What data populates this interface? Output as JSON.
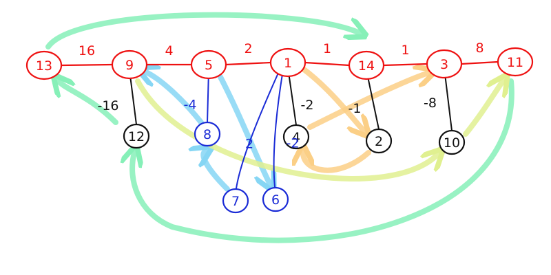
{
  "colors": {
    "main_path": "#ee1111",
    "black_subtree": "#111111",
    "blue_subtree": "#1a2bd6",
    "arrow_green": "#86f0b8",
    "arrow_cyan": "#86d6f4",
    "arrow_orange": "#fbcf86",
    "arrow_yellow": "#e0f090"
  },
  "main_path": {
    "nodes": [
      {
        "id": "13",
        "label": "13"
      },
      {
        "id": "9",
        "label": "9"
      },
      {
        "id": "5",
        "label": "5"
      },
      {
        "id": "1",
        "label": "1"
      },
      {
        "id": "14",
        "label": "14"
      },
      {
        "id": "3",
        "label": "3"
      },
      {
        "id": "11",
        "label": "11"
      }
    ],
    "edge_weights": [
      "16",
      "4",
      "2",
      "1",
      "1",
      "8"
    ]
  },
  "branches": [
    {
      "id": "12",
      "label": "12",
      "parent": "9",
      "weight": "-16",
      "color": "black"
    },
    {
      "id": "8",
      "label": "8",
      "parent": "5",
      "weight": "-4",
      "color": "blue"
    },
    {
      "id": "4",
      "label": "4",
      "parent": "1",
      "weight": "-2",
      "color": "black"
    },
    {
      "id": "7",
      "label": "7",
      "parent": "1",
      "weight": "2",
      "color": "blue"
    },
    {
      "id": "6",
      "label": "6",
      "parent": "1",
      "weight": "-2",
      "color": "blue"
    },
    {
      "id": "2",
      "label": "2",
      "parent": "14",
      "weight": "-1",
      "color": "black"
    },
    {
      "id": "10",
      "label": "10",
      "parent": "3",
      "weight": "-8",
      "color": "black"
    }
  ],
  "highlight_arrows": [
    {
      "from": "13",
      "to": "14",
      "color": "green"
    },
    {
      "from": "12",
      "to": "13",
      "color": "green"
    },
    {
      "from": "8",
      "to": "9",
      "color": "cyan"
    },
    {
      "from": "7",
      "to": "8",
      "color": "cyan"
    },
    {
      "from": "5",
      "to": "6",
      "color": "cyan"
    },
    {
      "from": "4",
      "to": "3",
      "color": "orange"
    },
    {
      "from": "2",
      "to": "4",
      "color": "orange"
    },
    {
      "from": "1",
      "to": "2",
      "color": "orange"
    },
    {
      "from": "9",
      "to": "10",
      "color": "yellow"
    },
    {
      "from": "11",
      "to": "12",
      "color": "green"
    },
    {
      "from": "10",
      "to": "11",
      "color": "yellow"
    }
  ]
}
